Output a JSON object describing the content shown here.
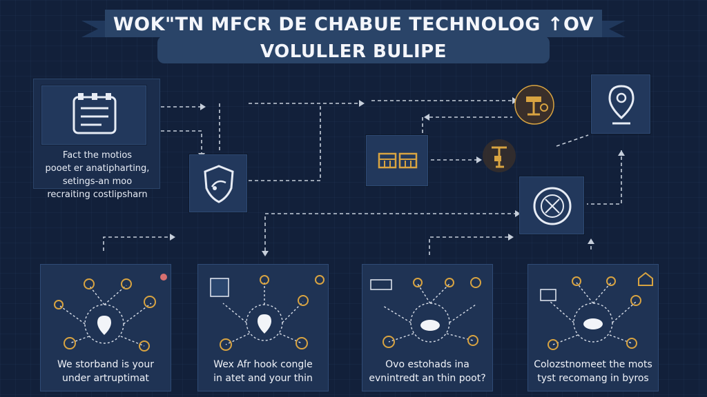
{
  "title": {
    "line1": "WOK\"TN  MFCR DE CHABUE TECHNOLOG ↑OV",
    "line2": "VOLULLER BULIPE"
  },
  "note": {
    "lines": [
      "Fact the motios",
      "pooet er anatipharting,",
      "setings-an moo",
      "recraiting costlipsharn"
    ]
  },
  "panels": [
    {
      "caption": [
        "We storband is your",
        "under artruptimat"
      ]
    },
    {
      "caption": [
        "Wex Afr hook congle",
        "in atet and your thin"
      ]
    },
    {
      "caption": [
        "Ovo estohads ina",
        "evnintredt an thin poot?"
      ]
    },
    {
      "caption": [
        "Colozstnomeet the mots",
        "tyst recomang in byros"
      ]
    }
  ],
  "colors": {
    "background": "#12203a",
    "tile": "#22385c",
    "accent_gold": "#d9a441",
    "banner": "#2a4468"
  },
  "icons": {
    "checklist": "checklist-icon",
    "shield": "shield-icon",
    "tools": "toolbox-icon",
    "fork_gold": "tool-fork-icon",
    "machine_gold": "machine-icon",
    "location": "location-pin-icon",
    "network": "network-icon"
  }
}
